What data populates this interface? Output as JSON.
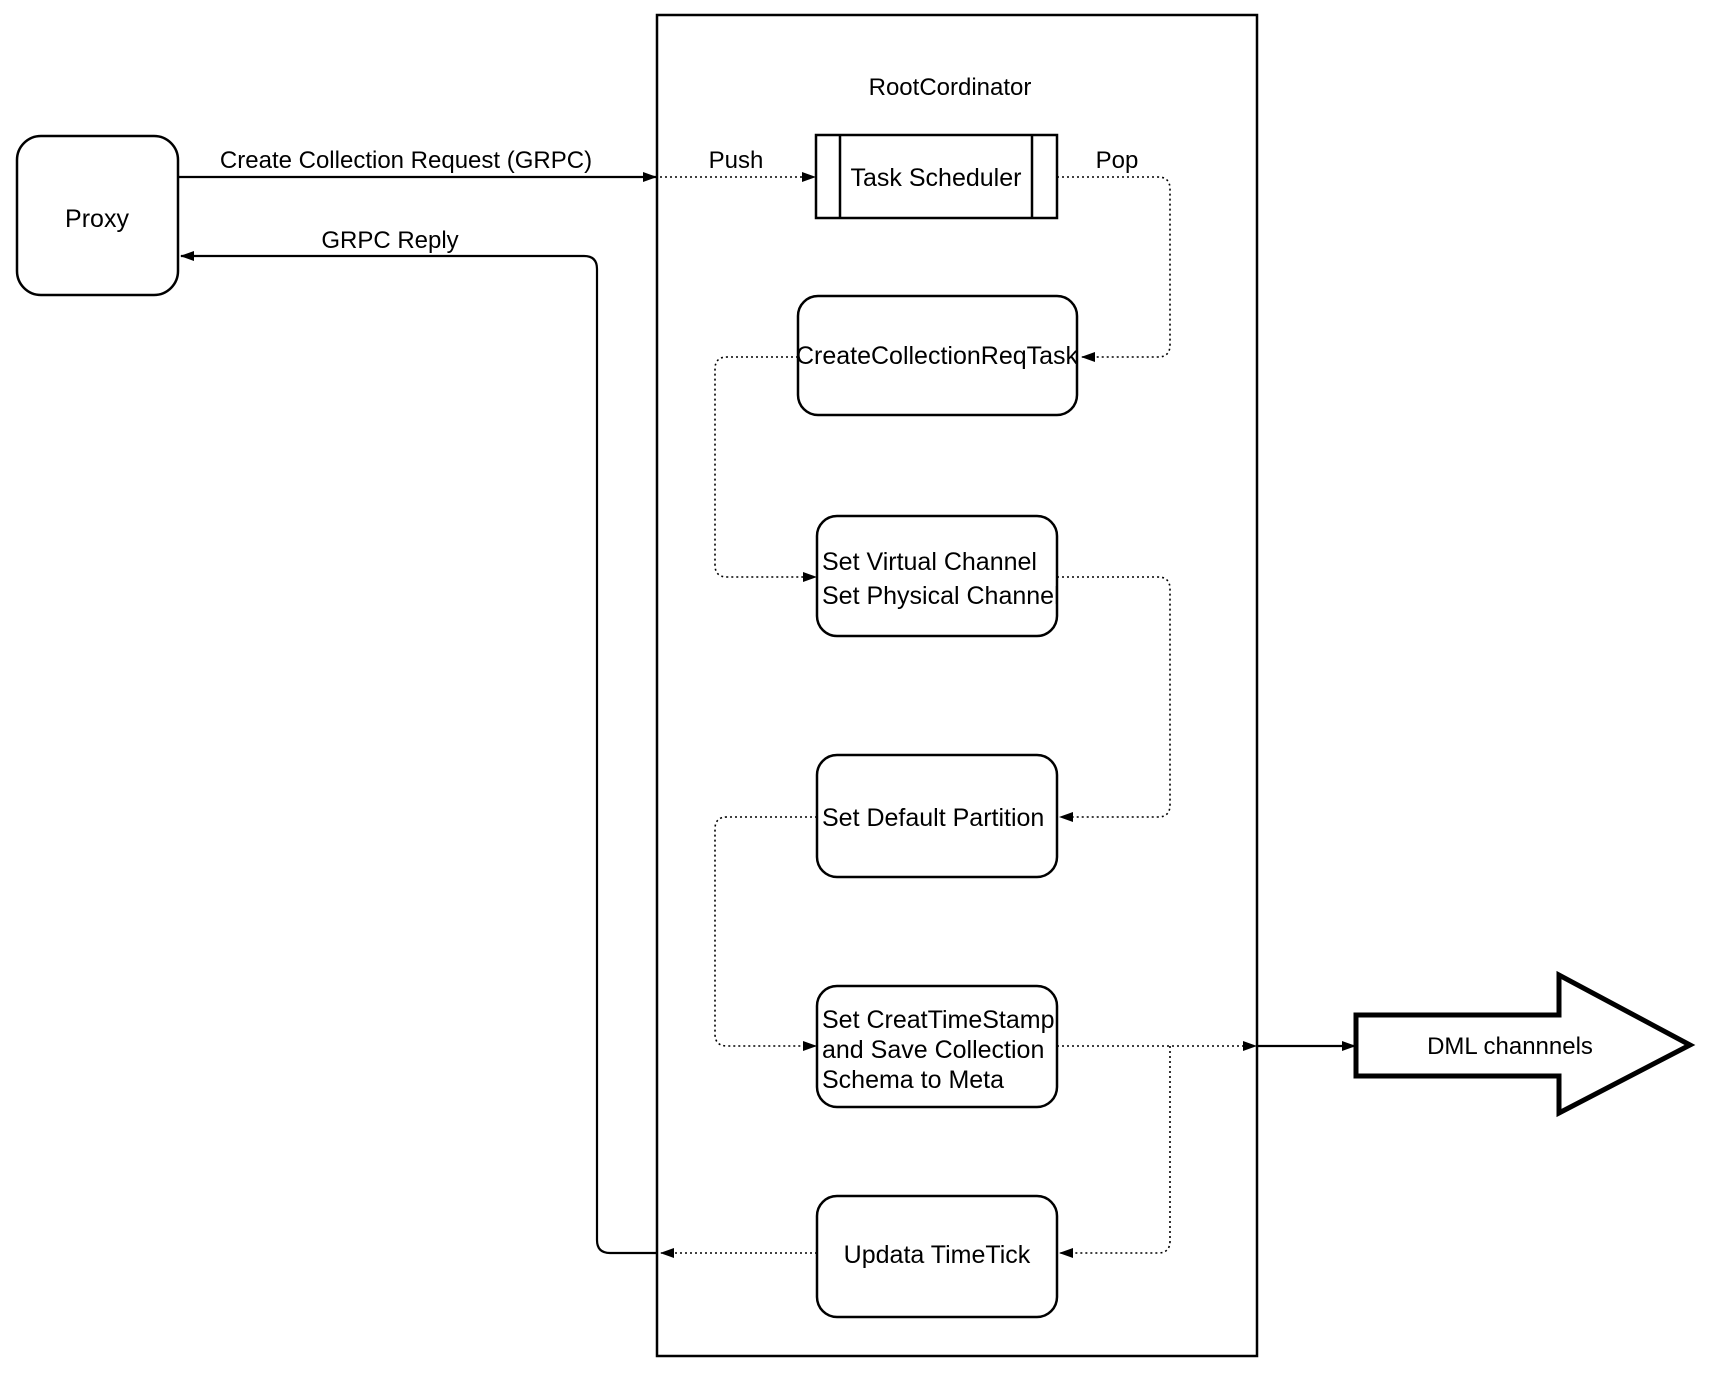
{
  "diagram": {
    "background": "#ffffff",
    "stroke_color": "#000000",
    "container": {
      "title": "RootCordinator"
    },
    "nodes": {
      "proxy": {
        "label": "Proxy"
      },
      "task_scheduler": {
        "label": "Task Scheduler"
      },
      "create_collection_req_task": {
        "label": "CreateCollectionReqTask"
      },
      "set_channels": {
        "line1": "Set Virtual Channel",
        "line2": "Set Physical Channel"
      },
      "set_default_partition": {
        "label": "Set Default Partition"
      },
      "set_creat_timestamp": {
        "line1": "Set CreatTimeStamp",
        "line2": "and Save Collection",
        "line3": "Schema to Meta"
      },
      "updata_timetick": {
        "label": "Updata TimeTick"
      },
      "dml_channels": {
        "label": "DML channnels"
      }
    },
    "edge_labels": {
      "create_collection_request": "Create Collection Request (GRPC)",
      "grpc_reply": "GRPC Reply",
      "push": "Push",
      "pop": "Pop"
    }
  }
}
